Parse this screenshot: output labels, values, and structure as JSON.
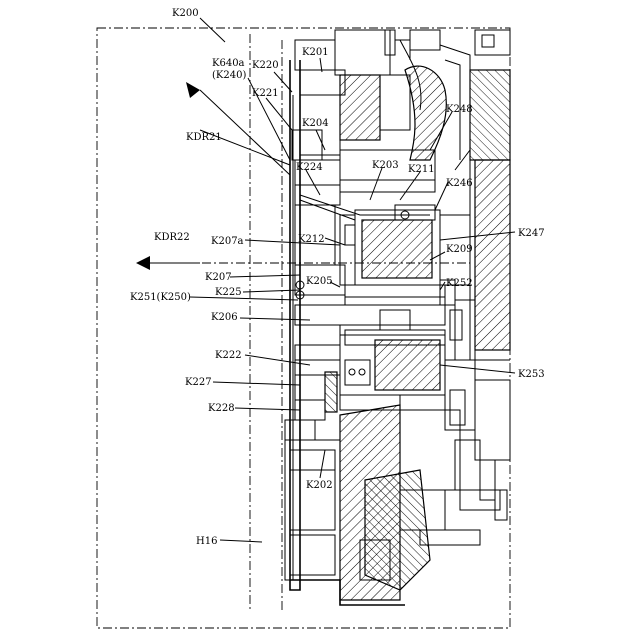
{
  "figure": {
    "title": "K200",
    "labels": {
      "K201": "K201",
      "K640a": "K640a",
      "K240": "(K240)",
      "K220": "K220",
      "K221": "K221",
      "K204": "K204",
      "KDR21": "KDR21",
      "K248": "K248",
      "K224": "K224",
      "K203": "K203",
      "K211": "K211",
      "K246": "K246",
      "K247": "K247",
      "KDR22": "KDR22",
      "K207a": "K207a",
      "K212": "K212",
      "K209": "K209",
      "K207": "K207",
      "K205": "K205",
      "K225": "K225",
      "K252": "K252",
      "K251": "K251(K250)",
      "K206": "K206",
      "K222": "K222",
      "K253": "K253",
      "K227": "K227",
      "K228": "K228",
      "K202": "K202",
      "H16": "H16"
    }
  }
}
